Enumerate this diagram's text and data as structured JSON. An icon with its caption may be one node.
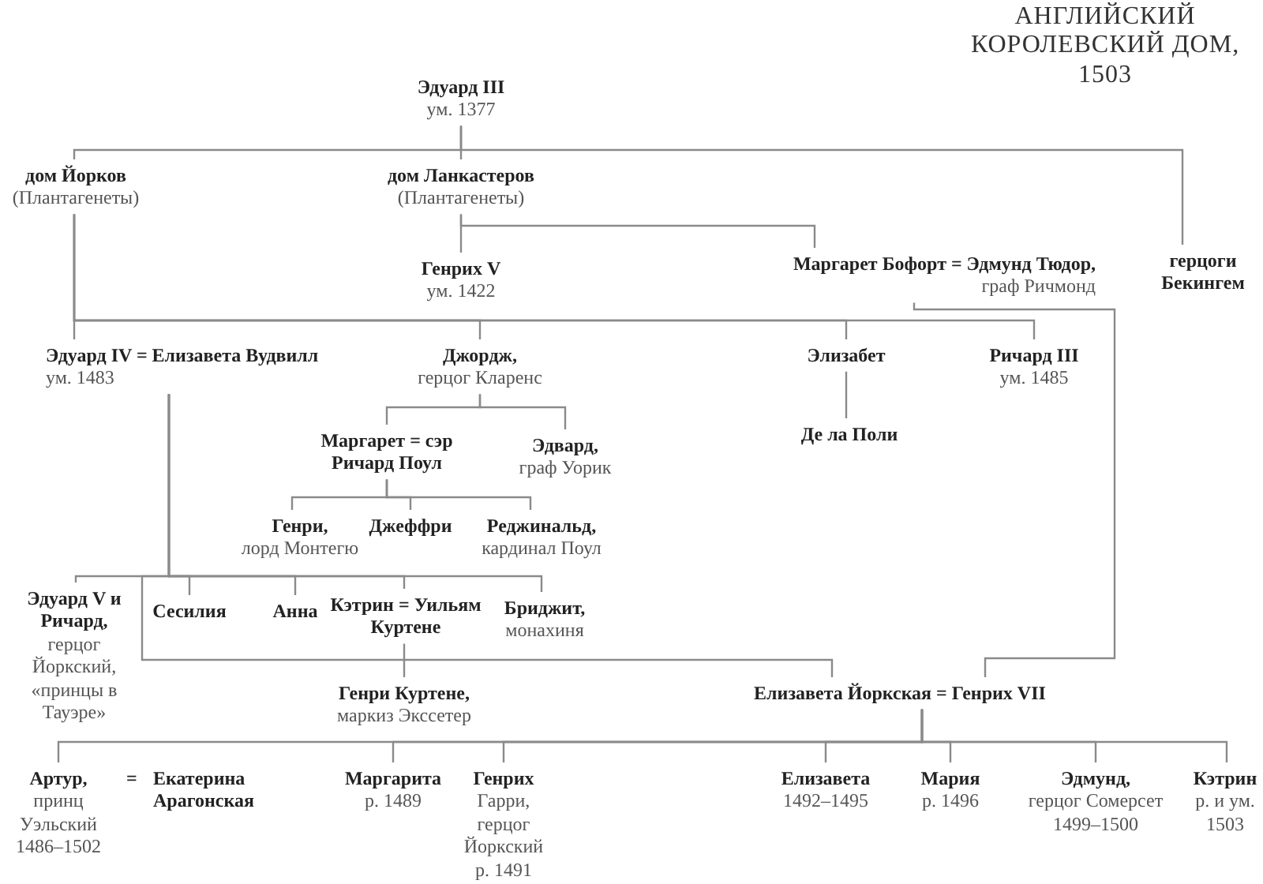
{
  "diagram": {
    "title": "АНГЛИЙСКИЙ КОРОЛЕВСКИЙ ДОМ, 1503",
    "nodes": [
      {
        "text": [
          "Эдуард III",
          "ум. 1377"
        ]
      },
      {
        "text": [
          "дом Йорков",
          "(Плантагенеты)"
        ]
      },
      {
        "text": [
          "дом Ланкастеров",
          "(Плантагенеты)"
        ]
      },
      {
        "text": [
          "герцоги Бекингем"
        ]
      },
      {
        "text": [
          "Генрих V",
          "ум. 1422"
        ]
      },
      {
        "text": [
          "Маргарет Бофорт = Эдмунд Тюдор,",
          "граф Ричмонд"
        ]
      },
      {
        "text": [
          "Эдуард IV = Елизавета Вудвилл",
          "ум. 1483"
        ]
      },
      {
        "text": [
          "Джордж,",
          "герцог Кларенс"
        ]
      },
      {
        "text": [
          "Элизабет"
        ]
      },
      {
        "text": [
          "Ричард III",
          "ум. 1485"
        ]
      },
      {
        "text": [
          "Де ла Поли"
        ]
      },
      {
        "text": [
          "Маргарет = сэр Ричард Поул"
        ]
      },
      {
        "text": [
          "Эдвард,",
          "граф Уорик"
        ]
      },
      {
        "text": [
          "Генри,",
          "лорд Монтегю"
        ]
      },
      {
        "text": [
          "Джеффри"
        ]
      },
      {
        "text": [
          "Реджинальд,",
          "кардинал Поул"
        ]
      },
      {
        "text": [
          "Эдуард V и Ричард,",
          "герцог Йоркский, «принцы в Тауэре»"
        ]
      },
      {
        "text": [
          "Сесилия"
        ]
      },
      {
        "text": [
          "Анна"
        ]
      },
      {
        "text": [
          "Кэтрин = Уильям Куртене"
        ]
      },
      {
        "text": [
          "Бриджит,",
          "монахиня"
        ]
      },
      {
        "text": [
          "Генри Куртене,",
          "маркиз Экссетер"
        ]
      },
      {
        "text": [
          "Елизавета Йоркская = Генрих VII"
        ]
      },
      {
        "text": [
          "Артур,",
          "принц Уэльский 1486–1502"
        ]
      },
      {
        "text": [
          "Екатерина Арагонская"
        ]
      },
      {
        "text": [
          "Маргарита",
          "р. 1489"
        ]
      },
      {
        "text": [
          "Генрих",
          "Гарри, герцог Йоркский р. 1491"
        ]
      },
      {
        "text": [
          "Елизавета",
          "1492–1495"
        ]
      },
      {
        "text": [
          "Мария",
          "р. 1496"
        ]
      },
      {
        "text": [
          "Эдмунд,",
          "герцог Сомерсет 1499–1500"
        ]
      },
      {
        "text": [
          "Кэтрин",
          "р. и ум. 1503"
        ]
      }
    ],
    "edges": [
      {
        "from": 0,
        "to": 1,
        "arrow": "none"
      },
      {
        "from": 0,
        "to": 2,
        "arrow": "none"
      },
      {
        "from": 0,
        "to": 3,
        "arrow": "none"
      },
      {
        "from": 2,
        "to": 4,
        "arrow": "none"
      },
      {
        "from": 2,
        "to": 5,
        "arrow": "none"
      },
      {
        "from": 1,
        "to": 6,
        "arrow": "none"
      },
      {
        "from": 1,
        "to": 7,
        "arrow": "none"
      },
      {
        "from": 1,
        "to": 8,
        "arrow": "none"
      },
      {
        "from": 1,
        "to": 9,
        "arrow": "none"
      },
      {
        "from": 5,
        "to": 22,
        "arrow": "none"
      },
      {
        "from": 8,
        "to": 10,
        "arrow": "none"
      },
      {
        "from": 7,
        "to": 11,
        "arrow": "none"
      },
      {
        "from": 7,
        "to": 12,
        "arrow": "none"
      },
      {
        "from": 11,
        "to": 13,
        "arrow": "none"
      },
      {
        "from": 11,
        "to": 14,
        "arrow": "none"
      },
      {
        "from": 11,
        "to": 15,
        "arrow": "none"
      },
      {
        "from": 6,
        "to": 16,
        "arrow": "none"
      },
      {
        "from": 6,
        "to": 17,
        "arrow": "none"
      },
      {
        "from": 6,
        "to": 18,
        "arrow": "none"
      },
      {
        "from": 6,
        "to": 19,
        "arrow": "none"
      },
      {
        "from": 6,
        "to": 20,
        "arrow": "none"
      },
      {
        "from": 6,
        "to": 22,
        "arrow": "none"
      },
      {
        "from": 19,
        "to": 21,
        "arrow": "none"
      },
      {
        "from": 22,
        "to": 23,
        "arrow": "none"
      },
      {
        "from": 22,
        "to": 25,
        "arrow": "none"
      },
      {
        "from": 22,
        "to": 26,
        "arrow": "none"
      },
      {
        "from": 22,
        "to": 27,
        "arrow": "none"
      },
      {
        "from": 22,
        "to": 28,
        "arrow": "none"
      },
      {
        "from": 22,
        "to": 29,
        "arrow": "none"
      },
      {
        "from": 22,
        "to": 30,
        "arrow": "none"
      }
    ],
    "labels": [
      "="
    ]
  }
}
